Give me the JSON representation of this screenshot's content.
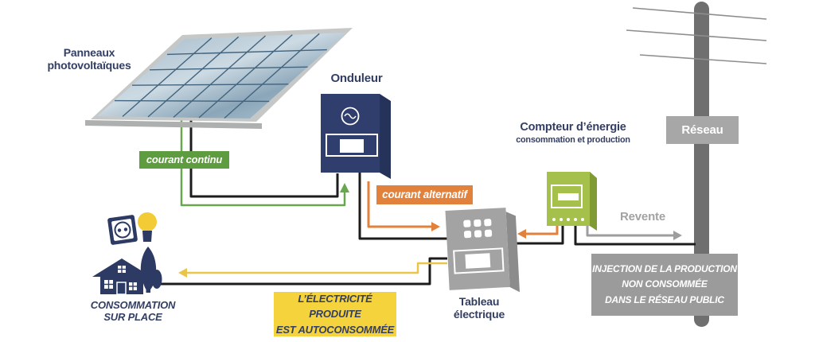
{
  "labels": {
    "panels_line1": "Panneaux",
    "panels_line2": "photovoltaïques",
    "inverter": "Onduleur",
    "dc_current": "courant continu",
    "ac_current": "courant alternatif",
    "meter_title": "Compteur d’énergie",
    "meter_subtitle": "consommation et production",
    "resale": "Revente",
    "grid": "Réseau",
    "injection_line1": "INJECTION DE LA PRODUCTION",
    "injection_line2": "NON CONSOMMÉE",
    "injection_line3": "DANS LE RÉSEAU PUBLIC",
    "board_line1": "Tableau",
    "board_line2": "électrique",
    "consumption_line1": "CONSOMMATION",
    "consumption_line2": "SUR PLACE",
    "self_line1": "L’ÉLECTRICITÉ PRODUITE",
    "self_line2": "EST AUTOCONSOMMÉE"
  },
  "colors": {
    "navy_text": "#333e63",
    "inverter_navy": "#2f3e6d",
    "dc_green": "#5e9c40",
    "wire_green": "#69a74e",
    "ac_orange": "#e2813c",
    "meter_green": "#a5c04b",
    "board_gray": "#a3a3a3",
    "pole_gray": "#6f6f6f",
    "badge_gray": "#a7a7a7",
    "injection_gray": "#9b9b9b",
    "resale_gray": "#a2a2a2",
    "self_yellow": "#f5d33c",
    "wire_yellow": "#e9c649",
    "wire_black": "#1c1c1c",
    "panel_blue_light": "#ccdae3",
    "panel_blue_dark": "#8ba6b9"
  },
  "icons": [
    "solar-panel-icon",
    "inverter-icon",
    "sine-wave-icon",
    "electrical-panel-icon",
    "energy-meter-icon",
    "utility-pole-icon",
    "power-lines-icon",
    "house-icon",
    "tree-icon",
    "power-outlet-icon",
    "light-bulb-icon",
    "arrow-up-green-icon",
    "arrow-right-orange-icon",
    "arrow-left-orange-icon",
    "arrow-right-gray-icon",
    "arrow-left-yellow-icon"
  ]
}
